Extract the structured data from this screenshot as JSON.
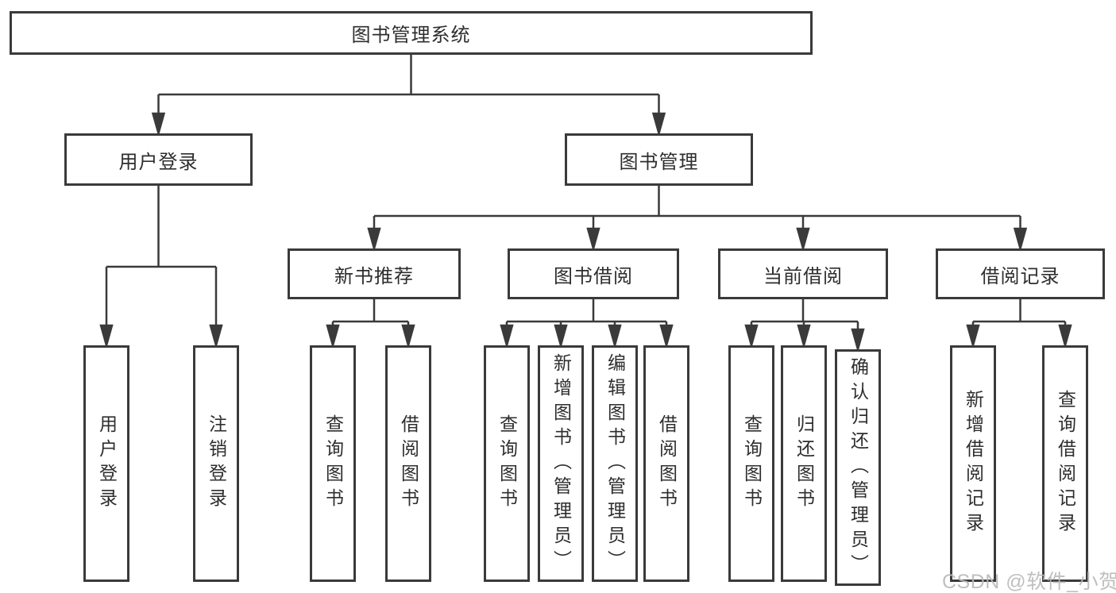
{
  "diagram": {
    "root": {
      "label": "图书管理系统"
    },
    "level2": [
      {
        "label": "用户登录"
      },
      {
        "label": "图书管理"
      }
    ],
    "level3": [
      {
        "label": "新书推荐"
      },
      {
        "label": "图书借阅"
      },
      {
        "label": "当前借阅"
      },
      {
        "label": "借阅记录"
      }
    ],
    "leaves_user_login": [
      {
        "label": "用户登录"
      },
      {
        "label": "注销登录"
      }
    ],
    "leaves_new_books": [
      {
        "label": "查询图书"
      },
      {
        "label": "借阅图书"
      }
    ],
    "leaves_book_borrow": [
      {
        "label": "查询图书"
      },
      {
        "label": "新增图书（管理员）"
      },
      {
        "label": "编辑图书（管理员）"
      },
      {
        "label": "借阅图书"
      }
    ],
    "leaves_current_borrow": [
      {
        "label": "查询图书"
      },
      {
        "label": "归还图书"
      },
      {
        "label": "确认归还（管理员）"
      }
    ],
    "leaves_borrow_records": [
      {
        "label": "新增借阅记录"
      },
      {
        "label": "查询借阅记录"
      }
    ]
  },
  "watermark": {
    "text": "CSDN @软件_小贺同学"
  },
  "colors": {
    "line": "#3a3a3a",
    "box_border": "#3a3a3a",
    "box_fill": "#ffffff",
    "text": "#2e2e2e",
    "watermark": "#b9b9b9",
    "background": "#ffffff"
  }
}
